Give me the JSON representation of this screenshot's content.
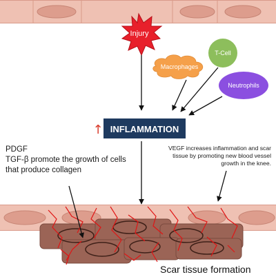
{
  "diagram": {
    "labels": {
      "injury": "Injury",
      "macrophages": "Macrophages",
      "tcell": "T-Cell",
      "neutrophils": "Neutrophils",
      "inflammation": "INFLAMMATION",
      "increase_arrow": "↑"
    },
    "notes": {
      "left_line1": "PDGF",
      "left_line2": "TGF-β promote the growth of cells",
      "left_line3": "that produce collagen",
      "right": "VEGF increases inflammation and scar tissue by promoting new blood vessel growth in the knee."
    },
    "caption": "Scar tissue formation",
    "colors": {
      "tissue": "#efc1b3",
      "tissue_cell": "#dd9d8d",
      "scar": "#9b6456",
      "injury_burst": "#e8202b",
      "macrophage_cloud": "#f5a04a",
      "tcell": "#8dbe5c",
      "neutrophil": "#8b4fe0",
      "inflammation_box": "#1e3a5f",
      "vessels": "#e01515"
    }
  }
}
